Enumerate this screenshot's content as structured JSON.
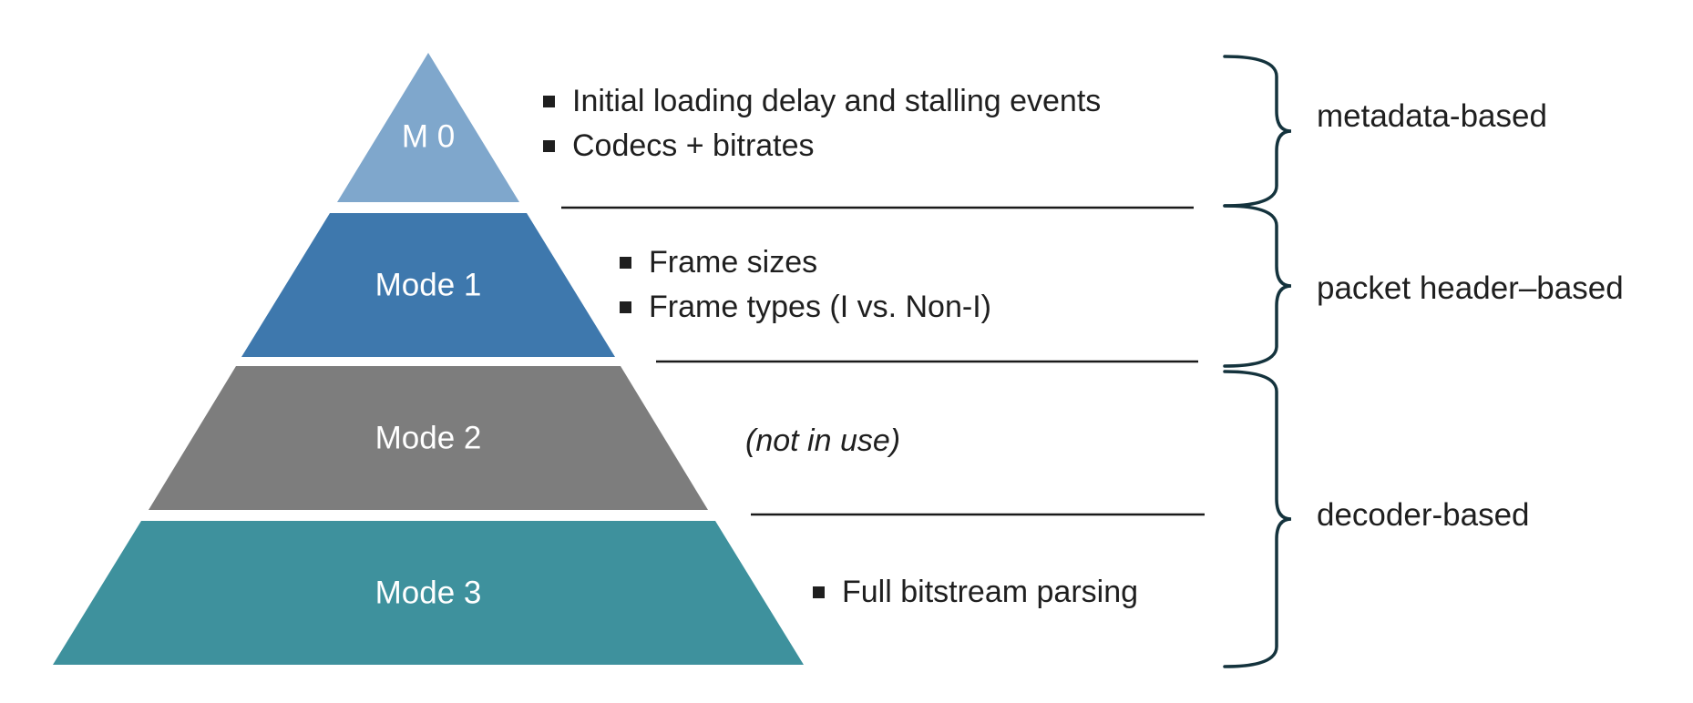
{
  "diagram": {
    "pyramid": {
      "levels": [
        {
          "label": "M 0",
          "color": "#7FA7CC"
        },
        {
          "label": "Mode 1",
          "color": "#3E78AD"
        },
        {
          "label": "Mode 2",
          "color": "#7D7D7D"
        },
        {
          "label": "Mode 3",
          "color": "#3E919D"
        }
      ],
      "label_color": "#FFFFFF"
    },
    "annotations": {
      "m0_items": [
        "Initial loading delay and stalling events",
        "Codecs + bitrates"
      ],
      "mode1_items": [
        "Frame sizes",
        "Frame types (I vs. Non-I)"
      ],
      "mode2_note": "(not in use)",
      "mode3_items": [
        "Full bitstream parsing"
      ]
    },
    "groups": [
      {
        "label": "metadata-based"
      },
      {
        "label": "packet header–based"
      },
      {
        "label": "decoder-based"
      }
    ],
    "colors": {
      "brace": "#14333D",
      "divider": "#1A1A1A",
      "text": "#1F1F1F"
    }
  }
}
